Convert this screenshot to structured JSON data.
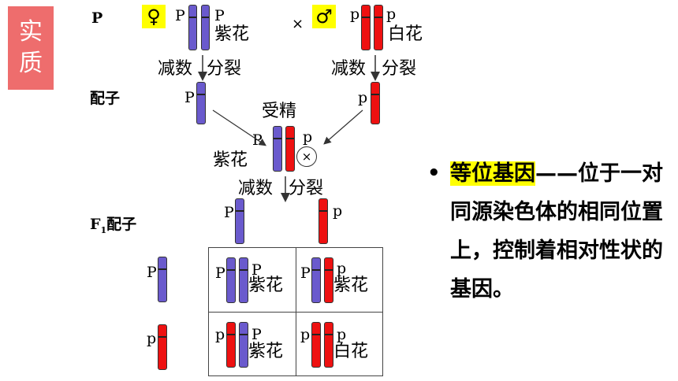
{
  "badge": {
    "line1": "实",
    "line2": "质"
  },
  "row_labels": {
    "p": "P",
    "gamete": "配子",
    "f1_gamete": "F",
    "f1_sub": "1",
    "f1_suffix": "配子"
  },
  "parents": {
    "female_symbol": "♀",
    "male_symbol": "♂",
    "cross": "×",
    "female_gene_left": "P",
    "female_gene_right": "P",
    "female_trait": "紫花",
    "male_gene_left": "p",
    "male_gene_right": "p",
    "male_trait": "白花"
  },
  "meiosis": {
    "left": "减数",
    "right": "分裂"
  },
  "gametes": {
    "left_gene": "P",
    "right_gene": "p"
  },
  "fertilization": {
    "label": "受精",
    "gene_left": "P",
    "gene_right": "p",
    "trait": "紫花",
    "symbol": "×"
  },
  "meiosis2": {
    "left": "减数",
    "right": "分裂"
  },
  "f1_gametes": {
    "left_gene": "P",
    "right_gene": "p"
  },
  "punnett": {
    "row_genes": [
      "P",
      "p"
    ],
    "cells": [
      {
        "gene_left": "P",
        "gene_right": "P",
        "trait": "紫花"
      },
      {
        "gene_left": "P",
        "gene_right": "p",
        "trait": "紫花"
      },
      {
        "gene_left": "p",
        "gene_right": "P",
        "trait": "紫花"
      },
      {
        "gene_left": "p",
        "gene_right": "p",
        "trait": "白花"
      }
    ]
  },
  "definition": {
    "bullet": "•",
    "term": "等位基因",
    "text": "——位于一对同源染色体的相同位置上，控制着相对性状的基因。"
  },
  "colors": {
    "badge": "#ee6d6d",
    "highlight": "#ffff00",
    "dominant_chromosome": "#6a5acd",
    "recessive_chromosome": "#ee1111"
  }
}
